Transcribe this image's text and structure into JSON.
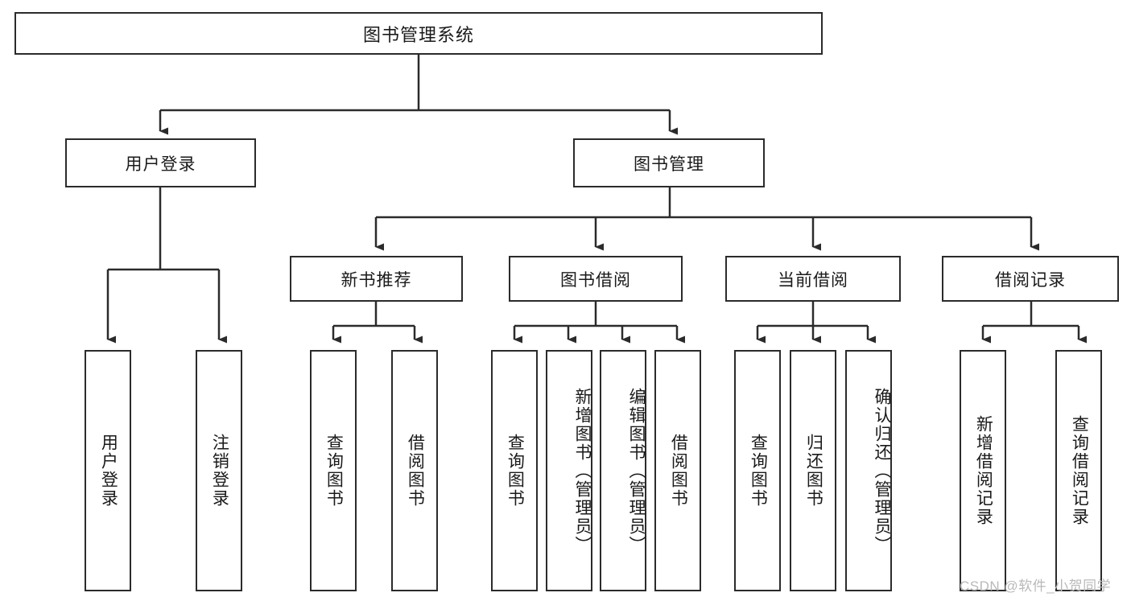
{
  "diagram": {
    "type": "tree-hierarchy",
    "title": "图书管理系统",
    "watermark": "CSDN @软件_小贺同学",
    "colors": {
      "stroke": "#2b2b2b",
      "fill": "#ffffff",
      "text": "#1a1a1a",
      "watermark": "#b9b9b9"
    },
    "root": {
      "label": "图书管理系统"
    },
    "level1": [
      {
        "id": "user-login",
        "label": "用户登录"
      },
      {
        "id": "book-manage",
        "label": "图书管理"
      }
    ],
    "level2": [
      {
        "id": "new-book-rec",
        "label": "新书推荐",
        "parent": "book-manage"
      },
      {
        "id": "book-borrow",
        "label": "图书借阅",
        "parent": "book-manage"
      },
      {
        "id": "current-borrow",
        "label": "当前借阅",
        "parent": "book-manage"
      },
      {
        "id": "borrow-record",
        "label": "借阅记录",
        "parent": "book-manage"
      }
    ],
    "leaves": [
      {
        "id": "leaf-user-login",
        "label": "用户登录",
        "parent": "user-login"
      },
      {
        "id": "leaf-logout",
        "label": "注销登录",
        "parent": "user-login"
      },
      {
        "id": "leaf-query-book-1",
        "label": "查询图书",
        "parent": "new-book-rec"
      },
      {
        "id": "leaf-borrow-book-1",
        "label": "借阅图书",
        "parent": "new-book-rec"
      },
      {
        "id": "leaf-query-book-2",
        "label": "查询图书",
        "parent": "book-borrow"
      },
      {
        "id": "leaf-add-book",
        "label": "新增图书（管理员）",
        "parent": "book-borrow"
      },
      {
        "id": "leaf-edit-book",
        "label": "编辑图书（管理员）",
        "parent": "book-borrow"
      },
      {
        "id": "leaf-borrow-book-2",
        "label": "借阅图书",
        "parent": "book-borrow"
      },
      {
        "id": "leaf-query-book-3",
        "label": "查询图书",
        "parent": "current-borrow"
      },
      {
        "id": "leaf-return-book",
        "label": "归还图书",
        "parent": "current-borrow"
      },
      {
        "id": "leaf-confirm-return",
        "label": "确认归还（管理员）",
        "parent": "current-borrow"
      },
      {
        "id": "leaf-add-record",
        "label": "新增借阅记录",
        "parent": "borrow-record"
      },
      {
        "id": "leaf-query-record",
        "label": "查询借阅记录",
        "parent": "borrow-record"
      }
    ]
  }
}
